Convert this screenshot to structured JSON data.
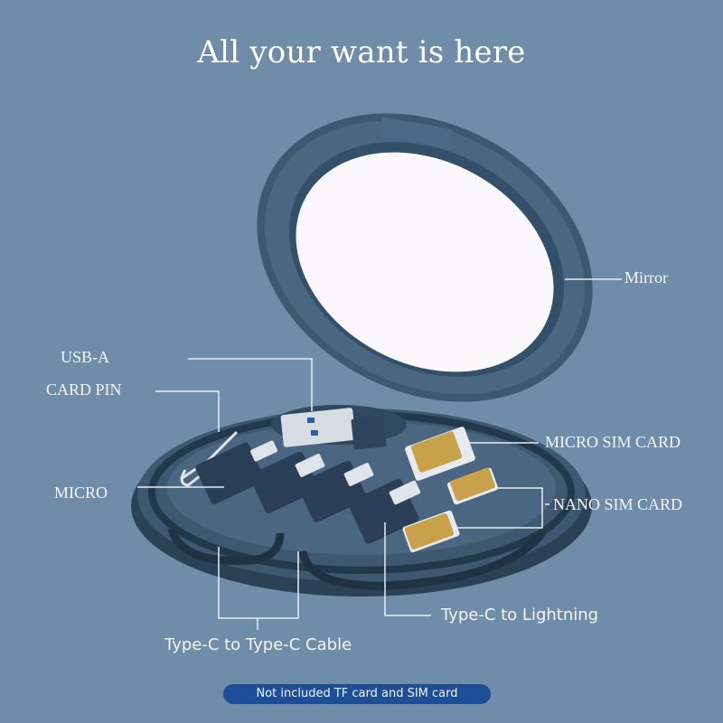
{
  "title": "All your want is here",
  "colors": {
    "background": "#6f8ca8",
    "case": "#3d5870",
    "case_dark": "#2b4256",
    "mirror": "#fbf8fc",
    "callout_line": "#e6eef5",
    "badge": "#1e4f96",
    "sim_gold": "#c9a14a"
  },
  "labels": {
    "mirror": "Mirror",
    "usb_a": "USB-A",
    "card_pin": "CARD PIN",
    "micro": "MICRO",
    "micro_sim": "MICRO SIM CARD",
    "nano_sim": "NANO SIM CARD",
    "type_c_lightning": "Type-C to Lightning",
    "type_c_cable": "Type-C to Type-C Cable"
  },
  "notice": "Not included TF card and SIM card"
}
